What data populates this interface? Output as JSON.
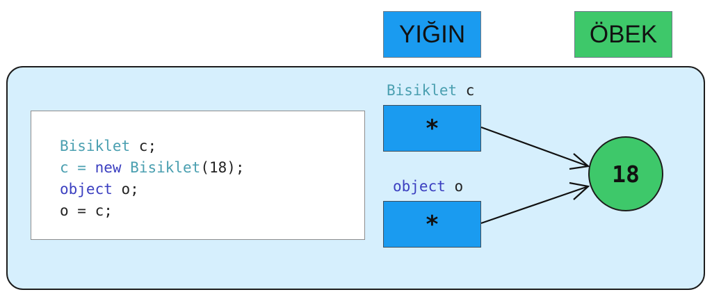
{
  "headers": {
    "stack": "YIĞIN",
    "heap": "ÖBEK"
  },
  "code": {
    "line1": {
      "type": "Bisiklet",
      "rest": " c;"
    },
    "line2": {
      "lhs": "c = ",
      "kw": "new",
      "sp": " ",
      "type": "Bisiklet",
      "rest": "(18);"
    },
    "line3": {
      "kw": "object",
      "rest": " o;"
    },
    "line4": {
      "rest": "o = c;"
    }
  },
  "stack": {
    "var1": {
      "type": "Bisiklet",
      "name": " c",
      "value": "*"
    },
    "var2": {
      "type": "object",
      "name": " o",
      "value": "*"
    }
  },
  "heap": {
    "object_value": "18"
  },
  "colors": {
    "stack_fill": "#1a9bf0",
    "heap_fill": "#3ec86a",
    "frame_fill": "#d6effd",
    "type_color": "#4a9fb0",
    "keyword_color": "#3b3fc0"
  }
}
